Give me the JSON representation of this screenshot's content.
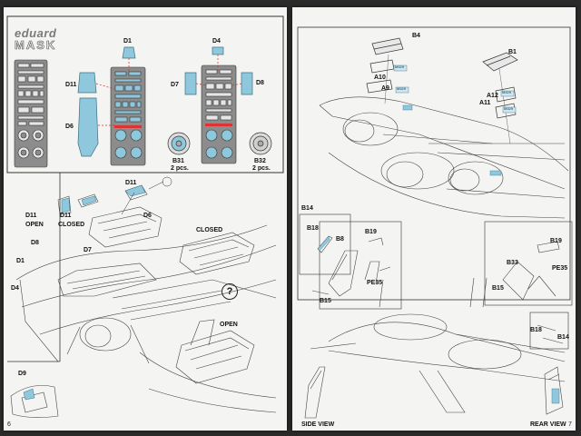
{
  "brand": {
    "line1": "eduard",
    "line2": "MASK"
  },
  "left_page": {
    "page_number": "6",
    "parts": {
      "d1": "D1",
      "d4": "D4",
      "d11": "D11",
      "d7": "D7",
      "d8": "D8",
      "d6": "D6",
      "b31": "B31",
      "b31_qty": "2 pcs.",
      "b32": "B32",
      "b32_qty": "2 pcs."
    },
    "step2": {
      "d11": "D11",
      "open_tag": "D11",
      "open": "OPEN",
      "closed_tag": "D11",
      "closed": "CLOSED",
      "d6": "D6",
      "d8": "D8",
      "d7": "D7",
      "d1": "D1",
      "d4": "D4",
      "closed_label": "CLOSED",
      "open_label": "OPEN",
      "query": "?"
    },
    "step3": {
      "d9": "D9"
    }
  },
  "right_page": {
    "page_number": "7",
    "parts": {
      "b4": "B4",
      "b1": "B1",
      "a10": "A10",
      "a9": "A9",
      "a12": "A12",
      "a11": "A11",
      "b14": "B14",
      "b18": "B18",
      "b8": "B8",
      "b19": "B19",
      "pe35": "PE35",
      "b15": "B15",
      "b19r": "B19",
      "b33": "B33",
      "pe35r": "PE35",
      "b15r": "B15",
      "b18r": "B18",
      "b14r": "B14"
    },
    "side_view": "SIDE VIEW",
    "rear_view": "REAR VIEW",
    "tags": {
      "t1": "M329",
      "t2": "M329",
      "t3": "M329",
      "t4": "M329"
    }
  }
}
